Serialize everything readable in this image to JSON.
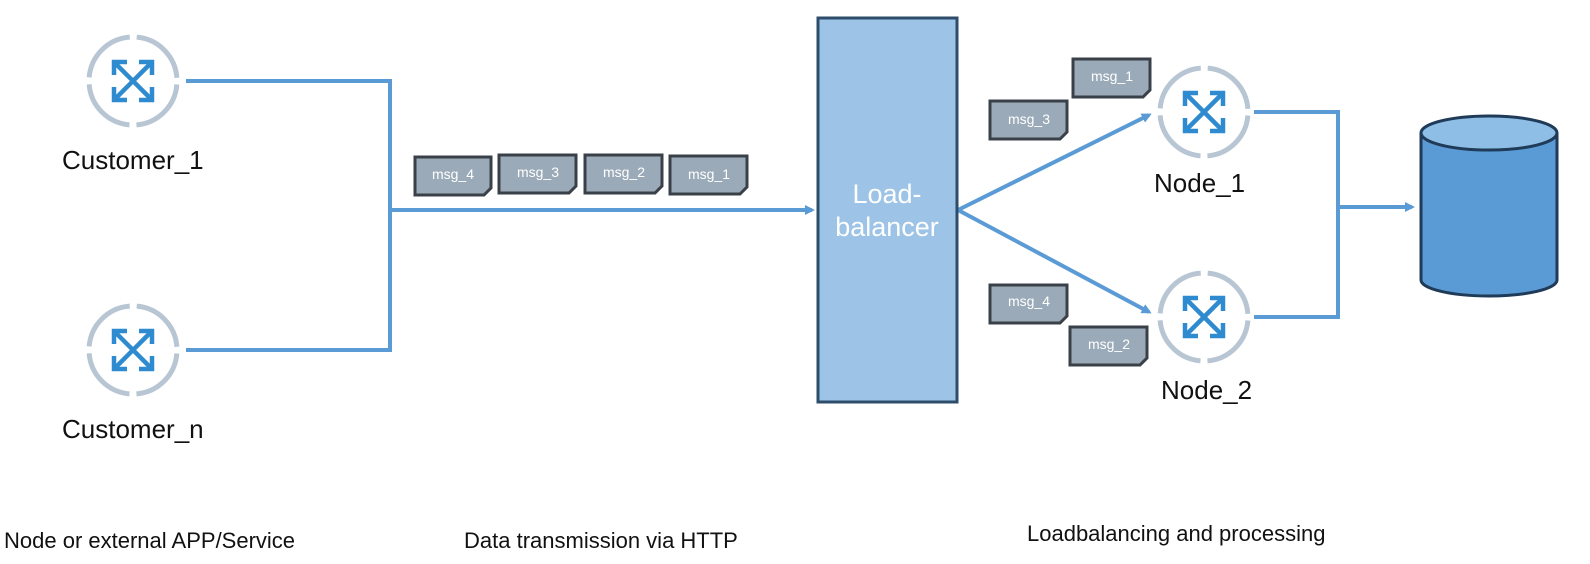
{
  "colors": {
    "line": "#5b9bd5",
    "node_ring": "#b8c6d4",
    "node_icon": "#2e8bd0",
    "message_fill": "#9aaab8",
    "message_border": "#3a4048",
    "loadbalancer_fill": "#9dc3e6",
    "loadbalancer_border": "#2e4d6b",
    "database_fill": "#5b9bd5",
    "database_top": "#8ebde6",
    "database_border": "#1f3b57"
  },
  "nodes": {
    "customer_1": {
      "label": "Customer_1",
      "icon": "arrows-expand-icon"
    },
    "customer_n": {
      "label": "Customer_n",
      "icon": "arrows-expand-icon"
    },
    "node_1": {
      "label": "Node_1",
      "icon": "arrows-expand-icon"
    },
    "node_2": {
      "label": "Node_2",
      "icon": "arrows-expand-icon"
    }
  },
  "loadbalancer": {
    "line1": "Load-",
    "line2": "balancer"
  },
  "database": {
    "icon": "database-cylinder-icon"
  },
  "messages": {
    "http_queue": [
      "msg_4",
      "msg_3",
      "msg_2",
      "msg_1"
    ],
    "node_1_upper": "msg_1",
    "node_1_lower": "msg_3",
    "node_2_upper": "msg_4",
    "node_2_lower": "msg_2"
  },
  "captions": {
    "left": "Node or external APP/Service",
    "middle": "Data transmission via HTTP",
    "right": "Loadbalancing and processing"
  }
}
